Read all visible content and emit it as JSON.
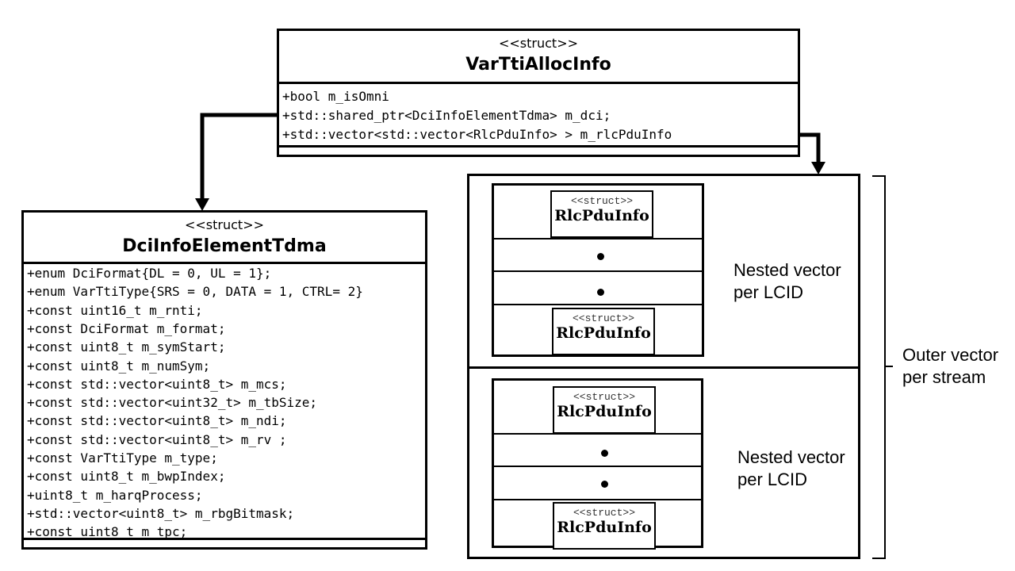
{
  "var_tti_alloc_info": {
    "stereotype": "<<struct>>",
    "name": "VarTtiAllocInfo",
    "attributes": [
      "+bool m_isOmni",
      "+std::shared_ptr<DciInfoElementTdma> m_dci;",
      "+std::vector<std::vector<RlcPduInfo> > m_rlcPduInfo"
    ]
  },
  "dci_info_element_tdma": {
    "stereotype": "<<struct>>",
    "name": "DciInfoElementTdma",
    "attributes": [
      "+enum DciFormat{DL = 0, UL = 1};",
      "+enum VarTtiType{SRS = 0, DATA = 1, CTRL= 2}",
      "+const uint16_t m_rnti;",
      "+const DciFormat m_format;",
      "+const uint8_t m_symStart;",
      "+const uint8_t m_numSym;",
      "+const std::vector<uint8_t> m_mcs;",
      "+const std::vector<uint32_t> m_tbSize;",
      "+const std::vector<uint8_t> m_ndi;",
      "+const std::vector<uint8_t> m_rv ;",
      "+const VarTtiType m_type;",
      "+const uint8_t m_bwpIndex;",
      "+uint8_t m_harqProcess;",
      "+std::vector<uint8_t> m_rbgBitmask;",
      "+const uint8_t m_tpc;"
    ]
  },
  "rlc_pdu_info": {
    "stereotype": "<<struct>>",
    "name": "RlcPduInfo"
  },
  "labels": {
    "nested_1": "Nested vector",
    "nested_2": "per LCID",
    "outer_1": "Outer vector",
    "outer_2": "per stream"
  }
}
